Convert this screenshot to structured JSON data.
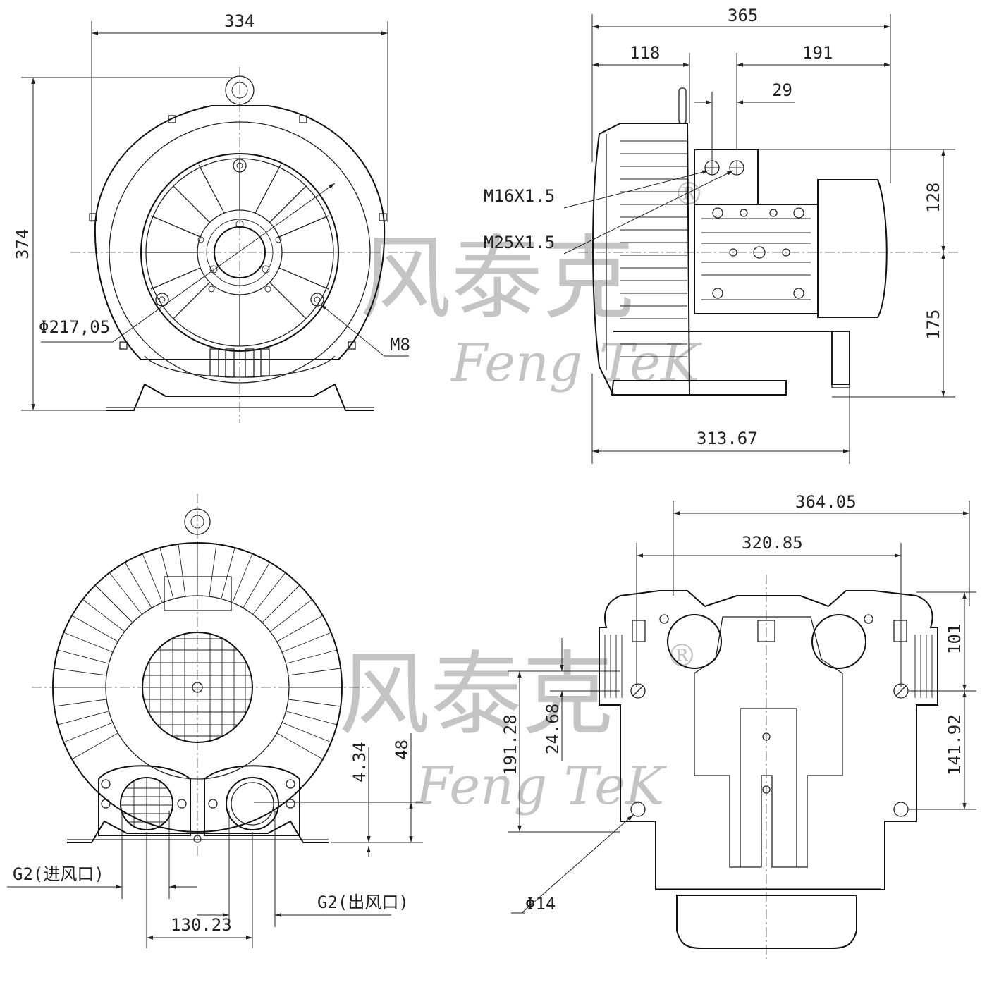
{
  "watermark": {
    "chinese": "风泰克",
    "latin": "Feng TeK",
    "registered": "®"
  },
  "front_view": {
    "width_dim": "334",
    "height_dim": "374",
    "diameter_dim": "Φ217,05",
    "bolt_label": "M8"
  },
  "side_view": {
    "overall_dim": "365",
    "left_dim": "118",
    "right_dim": "191",
    "offset_dim": "29",
    "thread_1": "M16X1.5",
    "thread_2": "M25X1.5",
    "upper_height_dim": "128",
    "lower_height_dim": "175",
    "base_dim": "313.67"
  },
  "rear_view": {
    "dim_4_34": "4.34",
    "dim_48": "48",
    "inlet_label": "G2(进风口)",
    "outlet_label": "G2(出风口)",
    "port_spacing_dim": "130.23"
  },
  "bottom_view": {
    "overall_dim": "364.05",
    "inner_dim": "320.85",
    "dim_101": "101",
    "dim_141_92": "141.92",
    "dim_191_28": "191.28",
    "dim_24_68": "24.68",
    "hole_dim": "Φ14"
  }
}
